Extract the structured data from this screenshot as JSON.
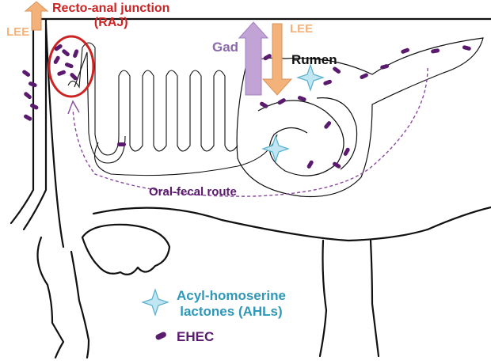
{
  "labels": {
    "lee_left": "LEE",
    "lee_right": "LEE",
    "raj_line1": "Recto-anal junction",
    "raj_line2": "(RAJ)",
    "gad": "Gad",
    "rumen": "Rumen",
    "oral_fecal": "Oral-fecal route",
    "ahl_line1": "Acyl-homoserine",
    "ahl_line2": "lactones (AHLs)",
    "ehec": "EHEC"
  },
  "colors": {
    "outline": "#111111",
    "lee": "#f2b27a",
    "gad": "#c1a3d6",
    "raj": "#cc2222",
    "ehec": "#5a1a6e",
    "ahl_fill": "#bfe6f2",
    "ahl_stroke": "#5bb0cc",
    "ahl_text": "#2f97b8",
    "route": "#8a4a9e"
  },
  "icons": {
    "ahl": "four-point-star-icon",
    "ehec": "bacterium-capsule-icon"
  }
}
